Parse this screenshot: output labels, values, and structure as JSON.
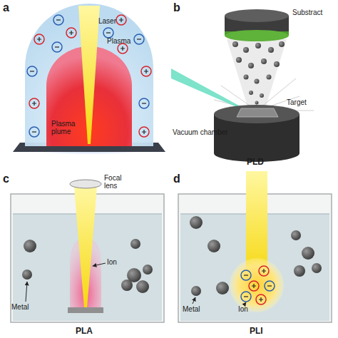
{
  "diagram": {
    "labels": [
      "a",
      "Laser",
      "Plasma",
      "Plasma plume",
      "b",
      "Substract",
      "Target",
      "Vacuum chamber",
      "PLD",
      "c",
      "Focal lens",
      "Ion",
      "Metal",
      "PLA",
      "d",
      "Metal",
      "Ion",
      "PLI"
    ]
  }
}
